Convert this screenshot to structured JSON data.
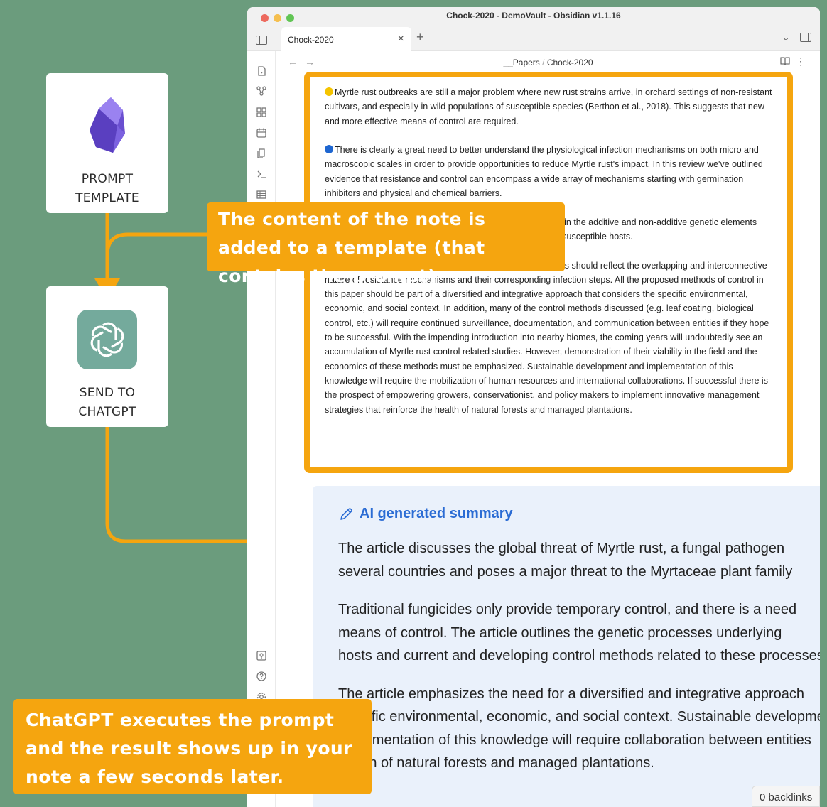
{
  "window": {
    "title": "Chock-2020 - DemoVault - Obsidian v1.1.16",
    "tab_label": "Chock-2020",
    "tab_close": "×",
    "tab_new": "+",
    "tab_menu": "⌄"
  },
  "breadcrumb": {
    "folder": "__Papers",
    "separator": "/",
    "note": "Chock-2020"
  },
  "note": {
    "paragraphs": [
      {
        "bullet_color": "#f5c400",
        "text": "Myrtle rust outbreaks are still a major problem where new rust strains arrive, in orchard settings of non-resistant cultivars, and especially in wild populations of susceptible species (Berthon et al., 2018). This suggests that new and more effective means of control are required."
      },
      {
        "bullet_color": "#1e66d0",
        "text": "There is clearly a great need to better understand the physiological infection mechanisms on both micro and macroscopic scales in order to provide opportunities to reduce Myrtle rust's impact. In this review we've outlined evidence that resistance and control can encompass a wide array of mechanisms starting with germination inhibitors and physical and chemical barriers."
      },
      {
        "bullet_color": "#1e66d0",
        "text": "Further research is needed to gain a better understanding in the additive and non-additive genetic elements that contribute to the range of plant defense functions within susceptible hosts."
      },
      {
        "bullet_color": "#1e66d0",
        "text": "Future implementation and development of control methods should reflect the overlapping and interconnective nature of resistance mechanisms and their corresponding infection steps. All the proposed methods of control in this paper should be part of a diversified and integrative approach that considers the specific environmental, economic, and social context. In addition, many of the control methods discussed (e.g. leaf coating, biological control, etc.) will require continued surveillance, documentation, and communication between entities if they hope to be successful. With the impending introduction into nearby biomes, the coming years will undoubtedly see an accumulation of Myrtle rust control related studies. However, demonstration of their viability in the field and the economics of these methods must be emphasized. Sustainable development and implementation of this knowledge will require the mobilization of human resources and international collaborations. If successful there is the prospect of empowering growers, conservationist, and policy makers to implement innovative management strategies that reinforce the health of natural forests and managed plantations."
      }
    ]
  },
  "summary": {
    "heading": "AI generated summary",
    "paragraphs": [
      [
        "The article discusses the global threat of Myrtle rust, a fungal pathogen",
        "several countries and poses a major threat to the Myrtaceae plant family"
      ],
      [
        "Traditional fungicides only provide temporary control, and there is a need",
        "means of control. The article outlines the genetic processes underlying",
        "hosts and current and developing control methods related to these processes"
      ],
      [
        "The article emphasizes the need for a diversified and integrative approach",
        "specific environmental, economic, and social context. Sustainable development",
        "implementation of this knowledge will require collaboration between entities",
        "health of natural forests and managed plantations."
      ]
    ]
  },
  "backlinks": "0 backlinks",
  "cards": {
    "prompt": {
      "line1": "PROMPT",
      "line2": "TEMPLATE"
    },
    "send": {
      "line1": "SEND TO",
      "line2": "CHATGPT"
    }
  },
  "callouts": {
    "top": "The content of the note is added to a template (that contains the prompt)",
    "bottom": "ChatGPT executes the prompt and the result shows up in your note a few seconds later."
  },
  "colors": {
    "accent": "#f5a50f",
    "background": "#6b9c7d",
    "chatgpt": "#74aa9c",
    "obsidian": "#7c5ce0",
    "link": "#2b6cd4"
  }
}
